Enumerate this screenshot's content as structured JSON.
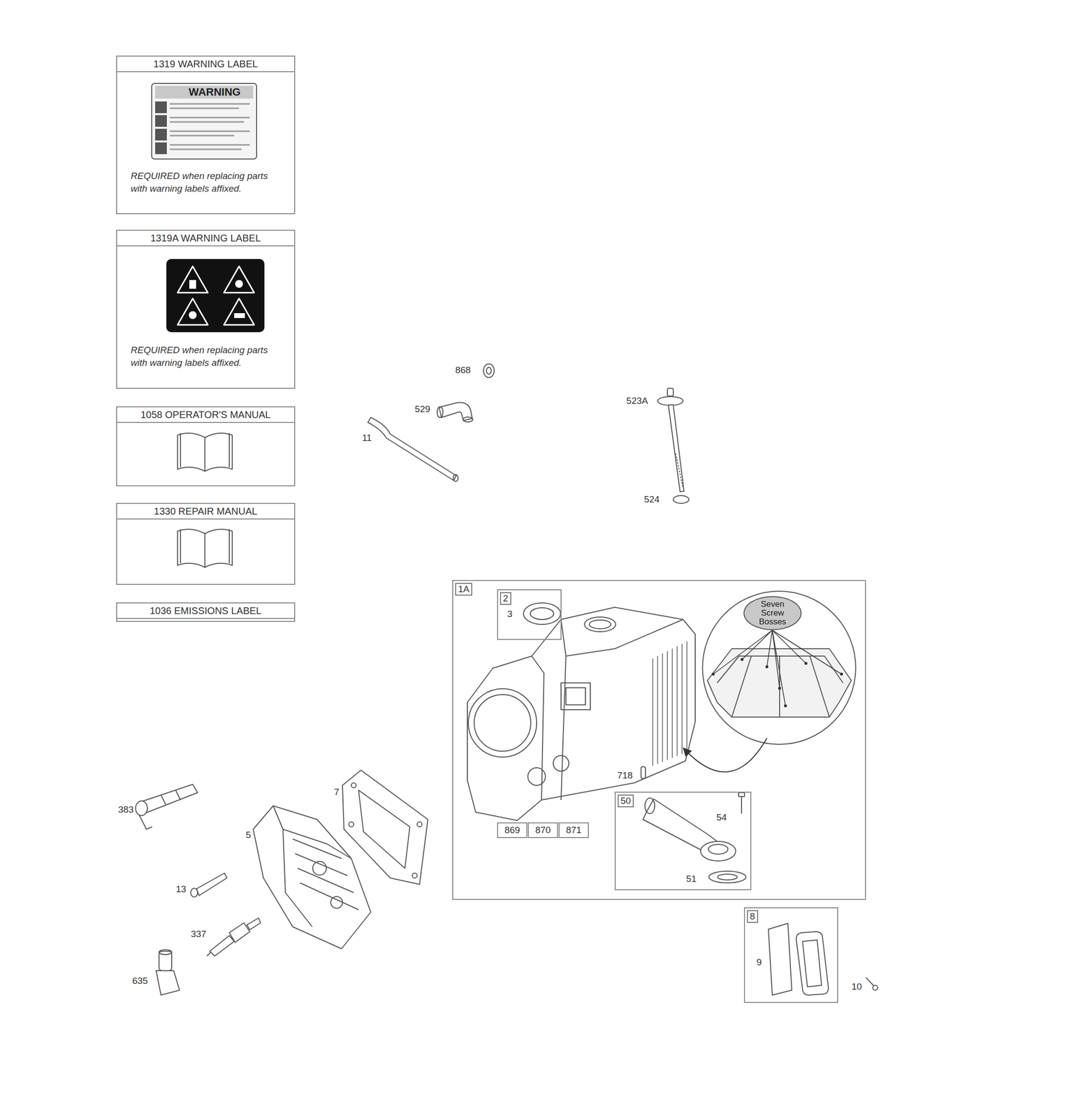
{
  "diagram": {
    "nodes": [
      {
        "text": [
          "1319 WARNING LABEL",
          "REQUIRED when replacing parts with warning labels affixed."
        ]
      },
      {
        "text": [
          "1319A WARNING LABEL",
          "REQUIRED when replacing parts with warning labels affixed."
        ]
      },
      {
        "text": [
          "1058 OPERATOR'S MANUAL"
        ]
      },
      {
        "text": [
          "1330 REPAIR MANUAL"
        ]
      },
      {
        "text": [
          "1036 EMISSIONS LABEL"
        ]
      },
      {
        "text": [
          "1A",
          "718"
        ]
      },
      {
        "text": [
          "2",
          "3"
        ],
        "in": 5
      },
      {
        "text": [
          "Seven Screw Bosses"
        ],
        "in": 5
      },
      {
        "text": [
          "869"
        ],
        "in": 5
      },
      {
        "text": [
          "870"
        ],
        "in": 5
      },
      {
        "text": [
          "871"
        ],
        "in": 5
      },
      {
        "text": [
          "50",
          "54",
          "51"
        ],
        "in": 5
      },
      {
        "text": [
          "8",
          "9"
        ]
      }
    ],
    "labels": [
      "WARNING",
      "868",
      "529",
      "11",
      "523A",
      "524",
      "7",
      "383",
      "5",
      "13",
      "337",
      "635",
      "10"
    ]
  }
}
